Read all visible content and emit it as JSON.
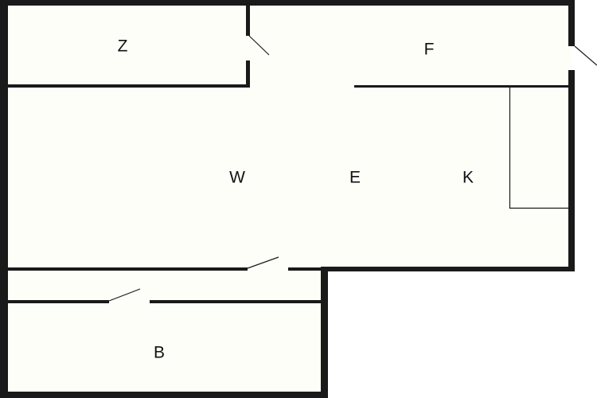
{
  "floorplan": {
    "rooms": [
      {
        "id": "z",
        "label": "Z"
      },
      {
        "id": "f",
        "label": "F"
      },
      {
        "id": "w",
        "label": "W"
      },
      {
        "id": "e",
        "label": "E"
      },
      {
        "id": "k",
        "label": "K"
      },
      {
        "id": "b",
        "label": "B"
      }
    ],
    "colors": {
      "wall": "#1a1a1a",
      "floor": "#fefef8",
      "background": "#ffffff"
    }
  }
}
